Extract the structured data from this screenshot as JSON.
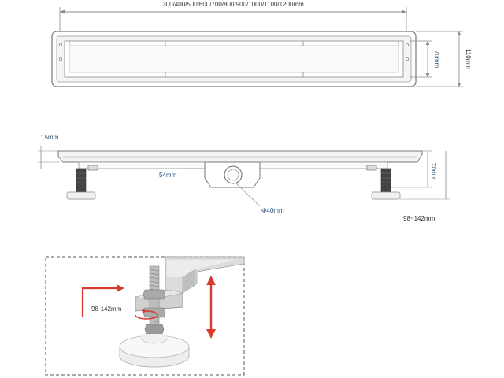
{
  "top_view": {
    "length_label": "300/400/500/600/700/800/900/1000/1100/1200mm",
    "outer_width_label": "110mm",
    "inner_width_label": "70mm"
  },
  "side_view": {
    "flange_label": "15mm",
    "depth_label": "54mm",
    "height_label": "70mm",
    "outlet_label": "Φ40mm",
    "leg_range_label": "98~142mm"
  },
  "detail_view": {
    "leg_range_label": "98-142mm"
  },
  "colors": {
    "dimension_line": "#8a8a8a",
    "label_text": "#1f4e79",
    "arrow_red": "#d93a2b",
    "steel": "#c8c8c8"
  }
}
